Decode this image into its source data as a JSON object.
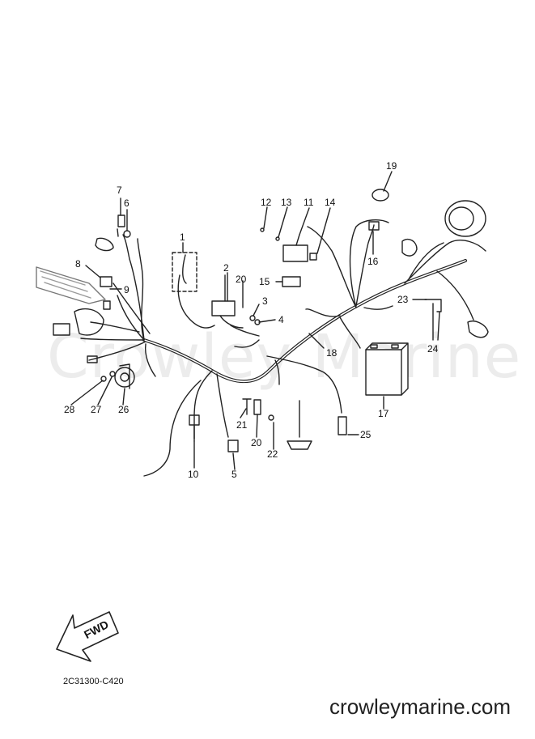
{
  "watermark": "Crowley Marine",
  "part_code": "2C31300-C420",
  "fwd_label": "FWD",
  "site": "crowleymarine.com",
  "callouts": {
    "c1": "1",
    "c2": "2",
    "c3": "3",
    "c4": "4",
    "c5": "5",
    "c6": "6",
    "c7": "7",
    "c8": "8",
    "c9": "9",
    "c10": "10",
    "c11": "11",
    "c12": "12",
    "c13": "13",
    "c14": "14",
    "c15": "15",
    "c16": "16",
    "c17": "17",
    "c18": "18",
    "c19": "19",
    "c20a": "20",
    "c20b": "20",
    "c21": "21",
    "c22": "22",
    "c23": "23",
    "c24": "24",
    "c25": "25",
    "c26": "26",
    "c27": "27",
    "c28": "28"
  }
}
